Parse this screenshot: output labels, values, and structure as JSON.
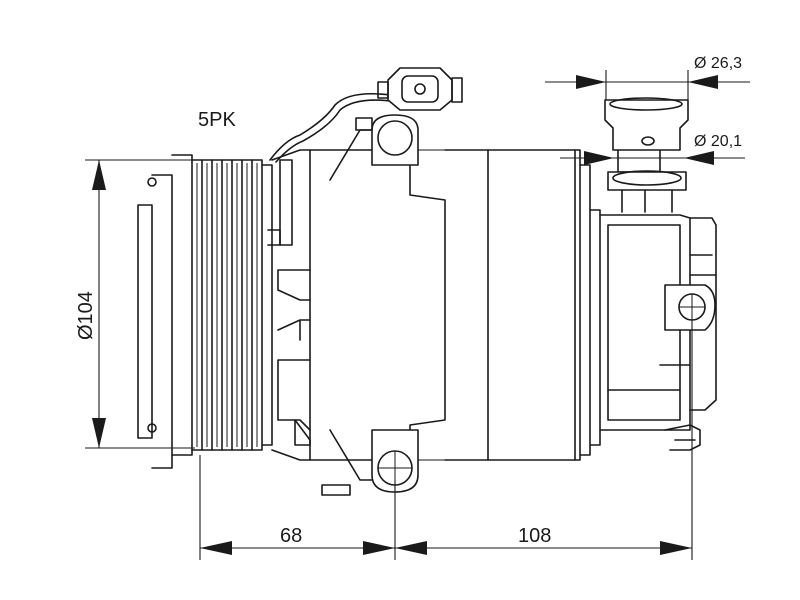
{
  "labels": {
    "belt": "5PK",
    "diameter_main": "Ø104",
    "length_front": "68",
    "length_rear": "108",
    "port_outer": "Ø 26,3",
    "port_inner": "Ø 20,1"
  },
  "colors": {
    "line": "#1a1a1a",
    "background": "#ffffff"
  }
}
